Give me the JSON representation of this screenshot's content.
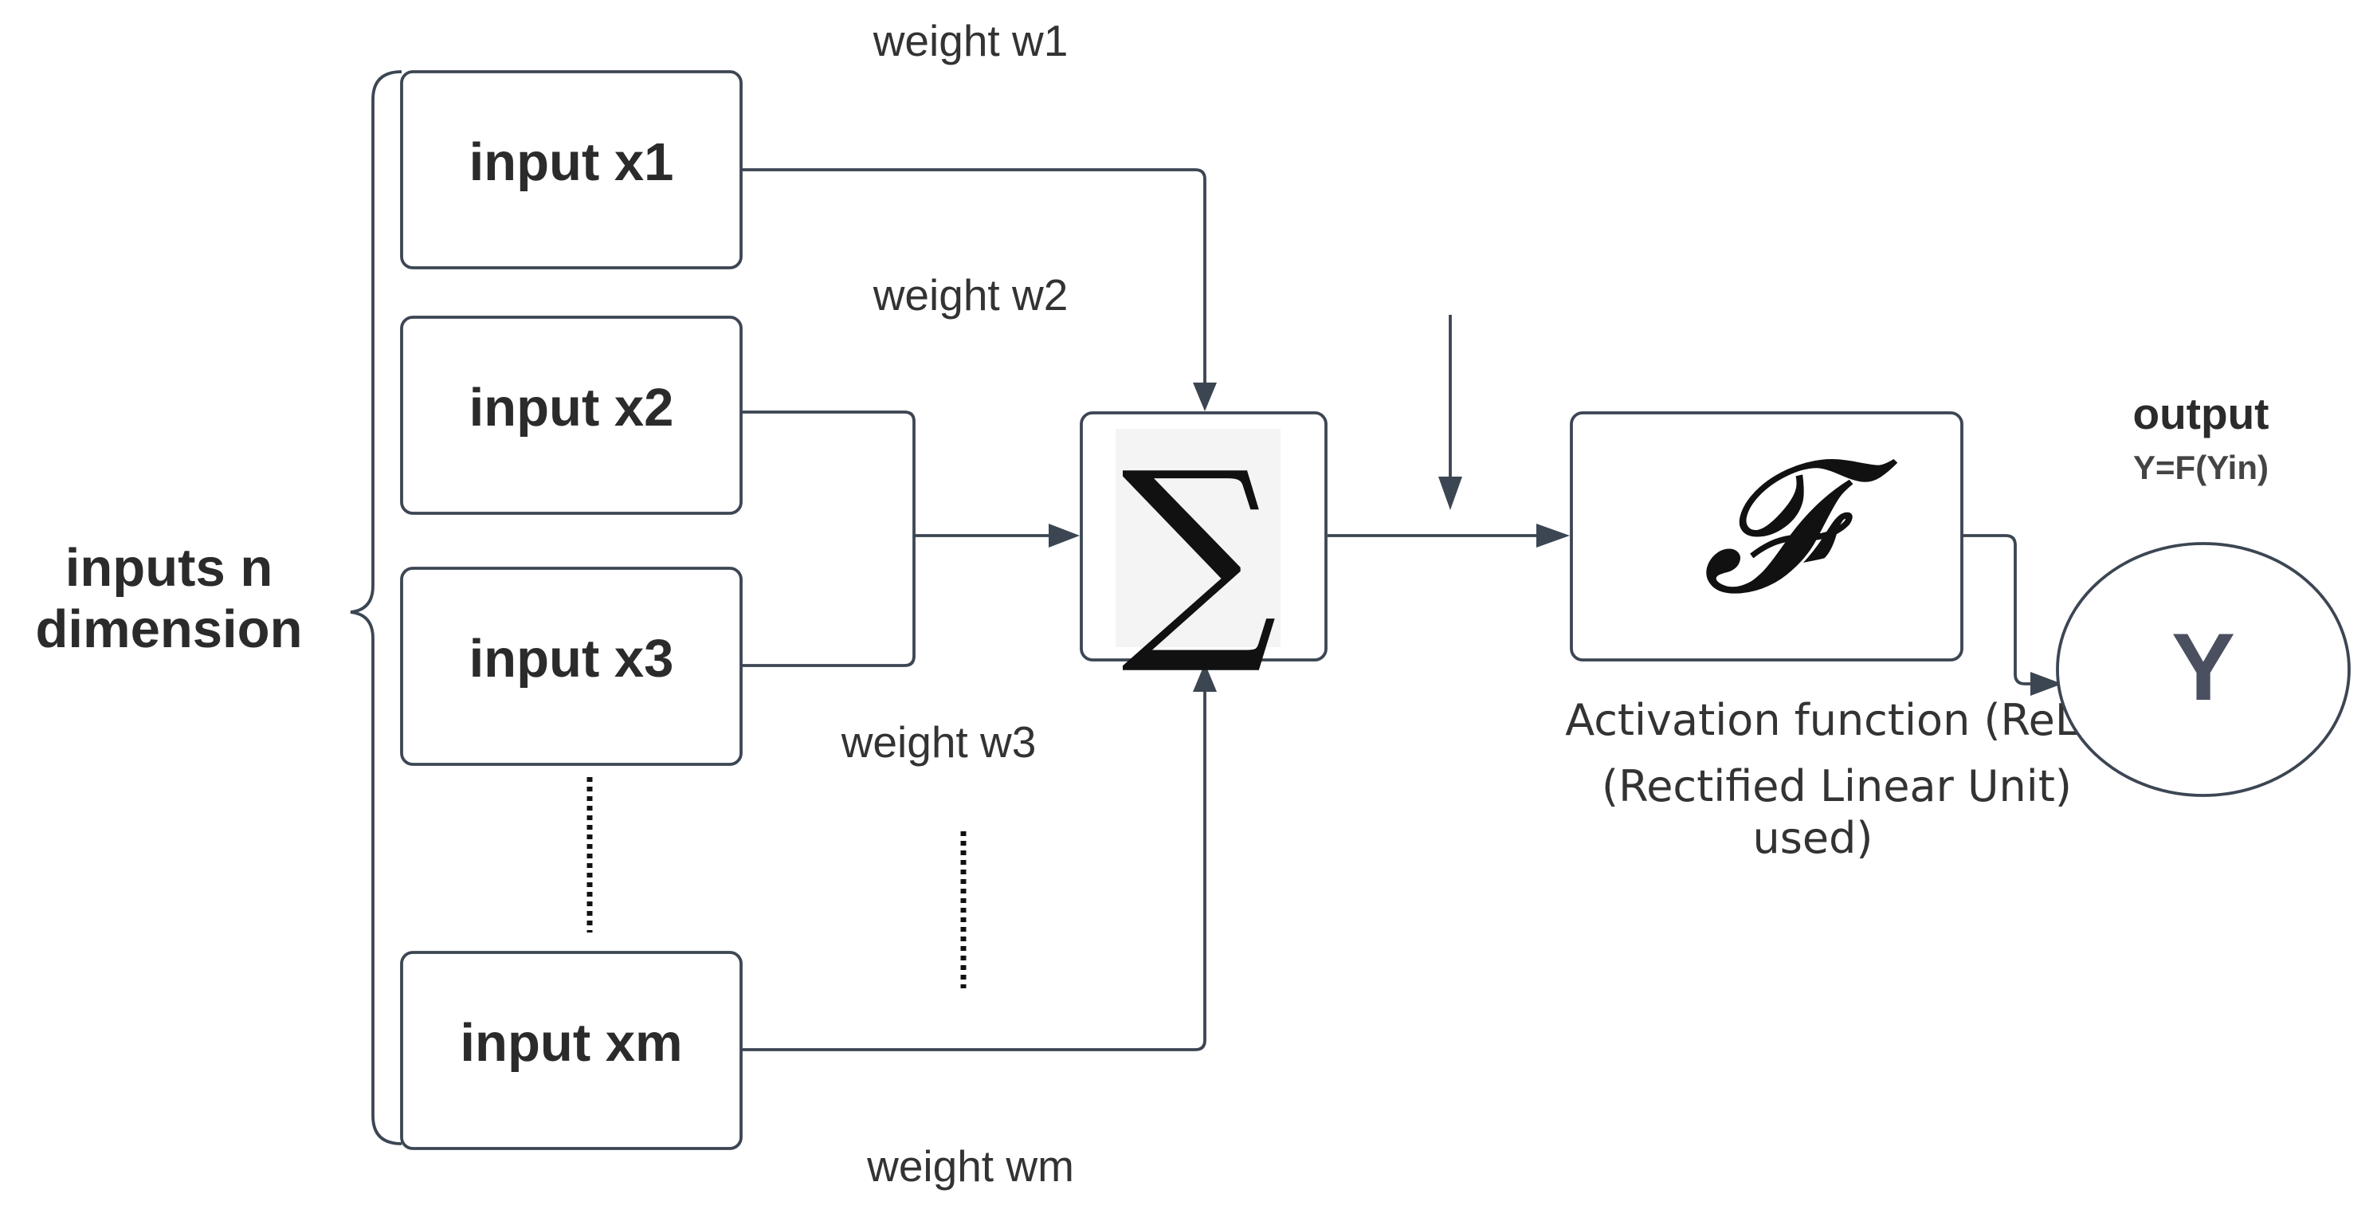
{
  "inputs": [
    {
      "label": "input x1"
    },
    {
      "label": "input x2"
    },
    {
      "label": "input x3"
    },
    {
      "label": "input xm"
    }
  ],
  "weights": [
    "weight w1",
    "weight w2",
    "weight w3",
    "weight wm"
  ],
  "input_group": {
    "line1": "inputs n",
    "line2": "dimension"
  },
  "summation": {
    "symbol": "∑",
    "icon": "sigma-icon"
  },
  "activation": {
    "symbol": "𝓕",
    "icon": "function-icon",
    "caption_lines": [
      "Activation function (ReLU",
      "(Rectified Linear Unit)",
      "used)"
    ]
  },
  "output": {
    "title": "output",
    "formula": "Y=F(Yin)",
    "symbol": "Y"
  },
  "colors": {
    "stroke": "#3c4653",
    "text": "#2b2b2b"
  }
}
